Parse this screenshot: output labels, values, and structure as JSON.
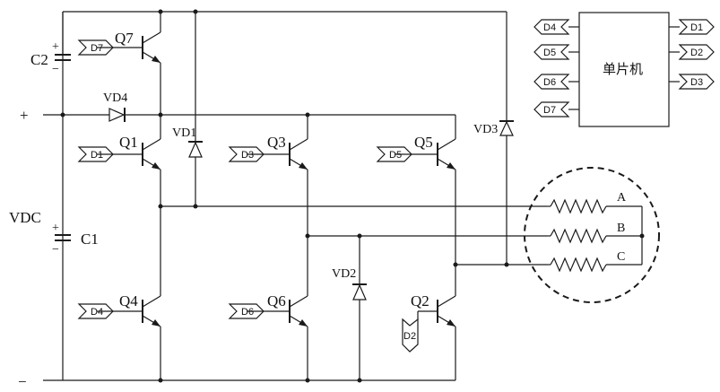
{
  "labels": {
    "vdc": "VDC",
    "plus": "+",
    "minus": "−",
    "c1": "C1",
    "c2": "C2",
    "cap_plus": "+",
    "cap_minus": "−",
    "q1": "Q1",
    "q2": "Q2",
    "q3": "Q3",
    "q4": "Q4",
    "q5": "Q5",
    "q6": "Q6",
    "q7": "Q7",
    "vd1": "VD1",
    "vd2": "VD2",
    "vd3": "VD3",
    "vd4": "VD4",
    "phase_a": "A",
    "phase_b": "B",
    "phase_c": "C",
    "mcu": "单片机"
  },
  "drive_tags": {
    "q7": "D7",
    "q1": "D1",
    "q3": "D3",
    "q5": "D5",
    "q4": "D4",
    "q6": "D6",
    "q2": "D2"
  },
  "mcu_inputs": [
    "D4",
    "D5",
    "D6",
    "D7"
  ],
  "mcu_outputs": [
    "D1",
    "D2",
    "D3"
  ]
}
